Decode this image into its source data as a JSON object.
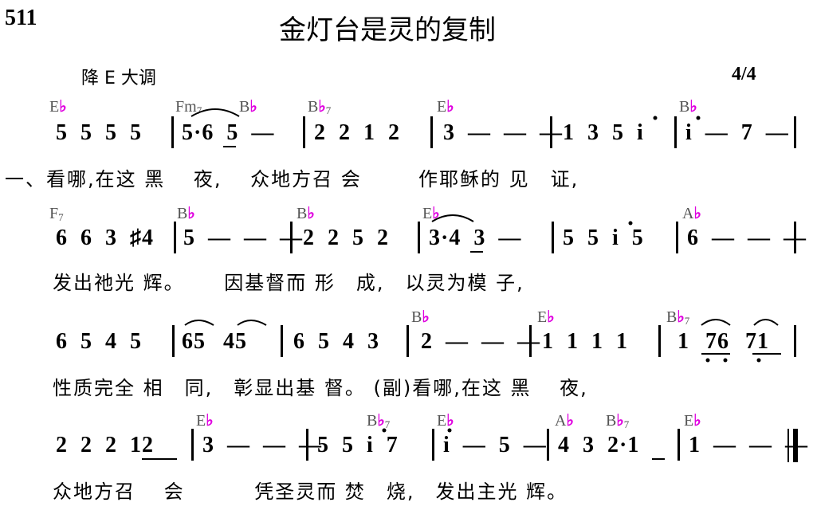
{
  "header": {
    "number": "511",
    "title": "金灯台是灵的复制",
    "key": "降 E 大调",
    "time": "4/4"
  },
  "rows": [
    {
      "chords": [
        {
          "root": "E",
          "acc": "♭",
          "ext": ""
        },
        {
          "root": "Fm",
          "acc": "",
          "ext": "7"
        },
        {
          "root": "B",
          "acc": "♭",
          "ext": ""
        },
        {
          "root": "B",
          "acc": "♭",
          "ext": "7"
        },
        {
          "root": "E",
          "acc": "♭",
          "ext": ""
        },
        {
          "root": "B",
          "acc": "♭",
          "ext": ""
        }
      ],
      "measures": [
        "5 5 5 5",
        "5·6 5 —",
        "2 2 1 2",
        "3 — — —",
        "1 3 5 i",
        "i — 7 —"
      ],
      "lyrics": "一、看哪,在这 黑　 夜, 　众地方召 会　 　 作耶稣的 见　证,"
    },
    {
      "chords": [
        {
          "root": "F",
          "acc": "",
          "ext": "7"
        },
        {
          "root": "B",
          "acc": "♭",
          "ext": ""
        },
        {
          "root": "B",
          "acc": "♭",
          "ext": ""
        },
        {
          "root": "E",
          "acc": "♭",
          "ext": ""
        },
        {
          "root": "A",
          "acc": "♭",
          "ext": ""
        }
      ],
      "measures": [
        "6 6 3 ♯4",
        "5 — — —",
        "2 2 5 2",
        "3·4 3 —",
        "5 5 i 5",
        "6 — — —"
      ],
      "lyrics": "发出祂光 辉。　　 因基督而 形　成,　以灵为模 子,"
    },
    {
      "chords": [
        {
          "root": "B",
          "acc": "♭",
          "ext": ""
        },
        {
          "root": "E",
          "acc": "♭",
          "ext": ""
        },
        {
          "root": "B",
          "acc": "♭",
          "ext": "7"
        }
      ],
      "measures": [
        "6 5 4 5",
        "65 45",
        "6 5 4 3",
        "2 — — —",
        "1 1 1 1",
        "1 76 71"
      ],
      "lyrics": "性质完全 相　同,　彰显出基 督。 (副)看哪,在这 黑　 夜,"
    },
    {
      "chords": [
        {
          "root": "E",
          "acc": "♭",
          "ext": ""
        },
        {
          "root": "B",
          "acc": "♭",
          "ext": "7"
        },
        {
          "root": "E",
          "acc": "♭",
          "ext": ""
        },
        {
          "root": "A",
          "acc": "♭",
          "ext": ""
        },
        {
          "root": "B",
          "acc": "♭",
          "ext": "7"
        },
        {
          "root": "E",
          "acc": "♭",
          "ext": ""
        }
      ],
      "measures": [
        "2 2 2 12",
        "3 — — —",
        "5 5 i 7",
        "i — 5 —",
        "4 3 2·1",
        "1 — — —"
      ],
      "lyrics": "众地方召　 会　　　 凭圣灵而 焚　烧,　发出主光 辉。"
    }
  ],
  "colors": {
    "accidental": "#e000e0",
    "chord": "#555555",
    "ink": "#000000"
  }
}
